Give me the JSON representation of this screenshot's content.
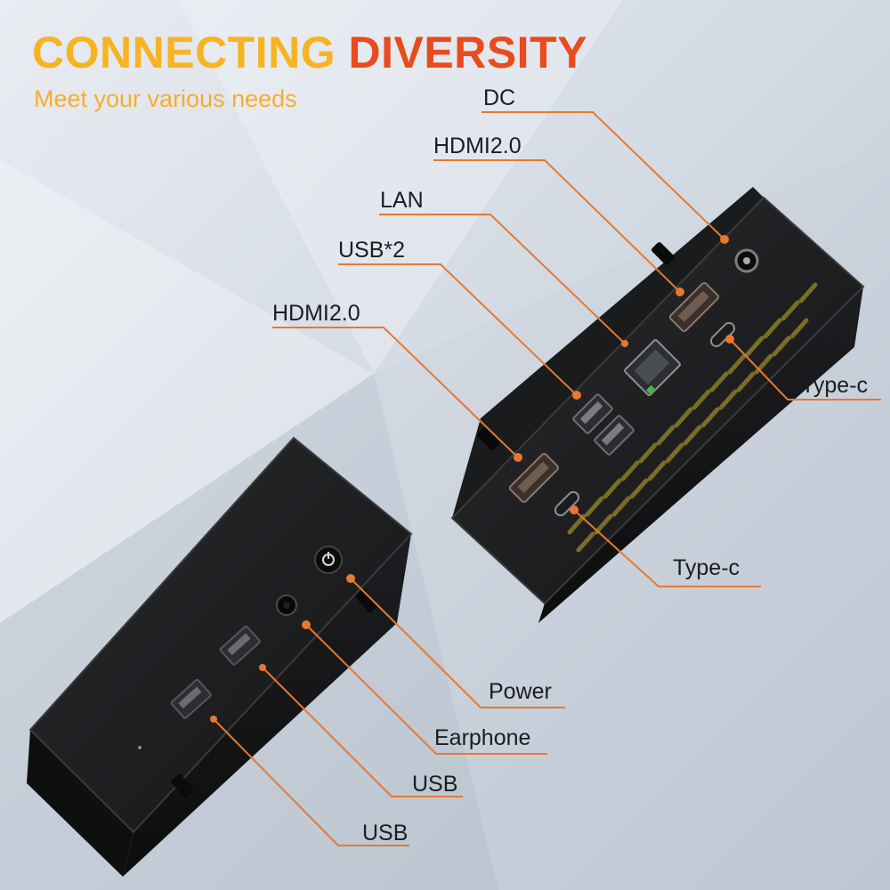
{
  "headline": {
    "word1": "CONNECTING",
    "word2": "DIVERSITY"
  },
  "subline": "Meet your various needs",
  "colors": {
    "accent_yellow": "#f7b322",
    "accent_red": "#ea4a1d",
    "leader_line": "#e8782e",
    "device": "#1a1a1c"
  },
  "labels": {
    "dc": "DC",
    "hdmi_upper": "HDMI2.0",
    "lan": "LAN",
    "usb_x2": "USB*2",
    "hdmi_lower": "HDMI2.0",
    "typec_upper": "Type-c",
    "typec_lower": "Type-c",
    "power": "Power",
    "earphone": "Earphone",
    "usb_upper": "USB",
    "usb_lower": "USB"
  }
}
